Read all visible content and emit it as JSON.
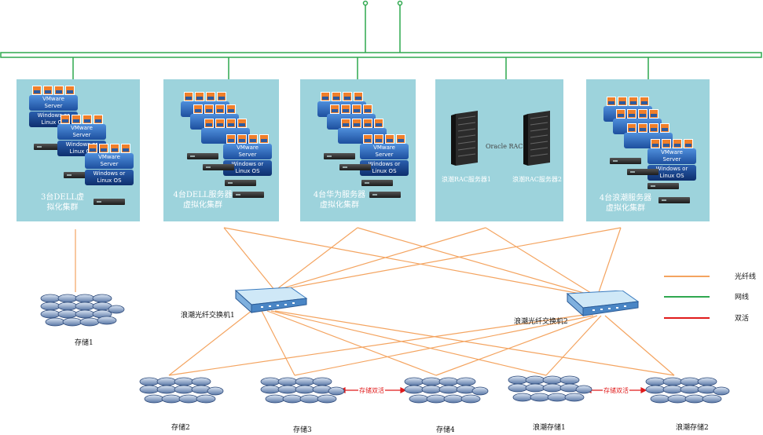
{
  "colors": {
    "fiber": "#f4a460",
    "network": "#2fa84f",
    "dual_active": "#e01b1b",
    "panel": "#9dd3dc"
  },
  "legend": [
    {
      "label": "光纤线",
      "color": "#f4a460"
    },
    {
      "label": "网线",
      "color": "#2fa84f"
    },
    {
      "label": "双活",
      "color": "#e01b1b"
    }
  ],
  "clusters": [
    {
      "id": "dell3",
      "label": "3台DELL虚\n拟化集群"
    },
    {
      "id": "dell4",
      "label": "4台DELL服务器\n虚拟化集群"
    },
    {
      "id": "huawei4",
      "label": "4台华为服务器\n虚拟化集群"
    },
    {
      "id": "rac",
      "server1": "浪潮RAC服务器1",
      "server2": "浪潮RAC服务器2",
      "link": "Oracle RAC"
    },
    {
      "id": "inspur4",
      "label": "4台浪潮服务器\n虚拟化集群"
    }
  ],
  "vm_badge": {
    "vmware": "VMware\nServer",
    "os": "Windows or\nLinux OS"
  },
  "switches": [
    {
      "label": "浪潮光纤交换机1"
    },
    {
      "label": "浪潮光纤交换机2"
    }
  ],
  "storage": [
    {
      "label": "存储1"
    },
    {
      "label": "存储2"
    },
    {
      "label": "存储3"
    },
    {
      "label": "存储4"
    },
    {
      "label": "浪潮存储1"
    },
    {
      "label": "浪潮存储2"
    }
  ],
  "dual_links": [
    {
      "label": "存储双活"
    },
    {
      "label": "存储双活"
    }
  ]
}
